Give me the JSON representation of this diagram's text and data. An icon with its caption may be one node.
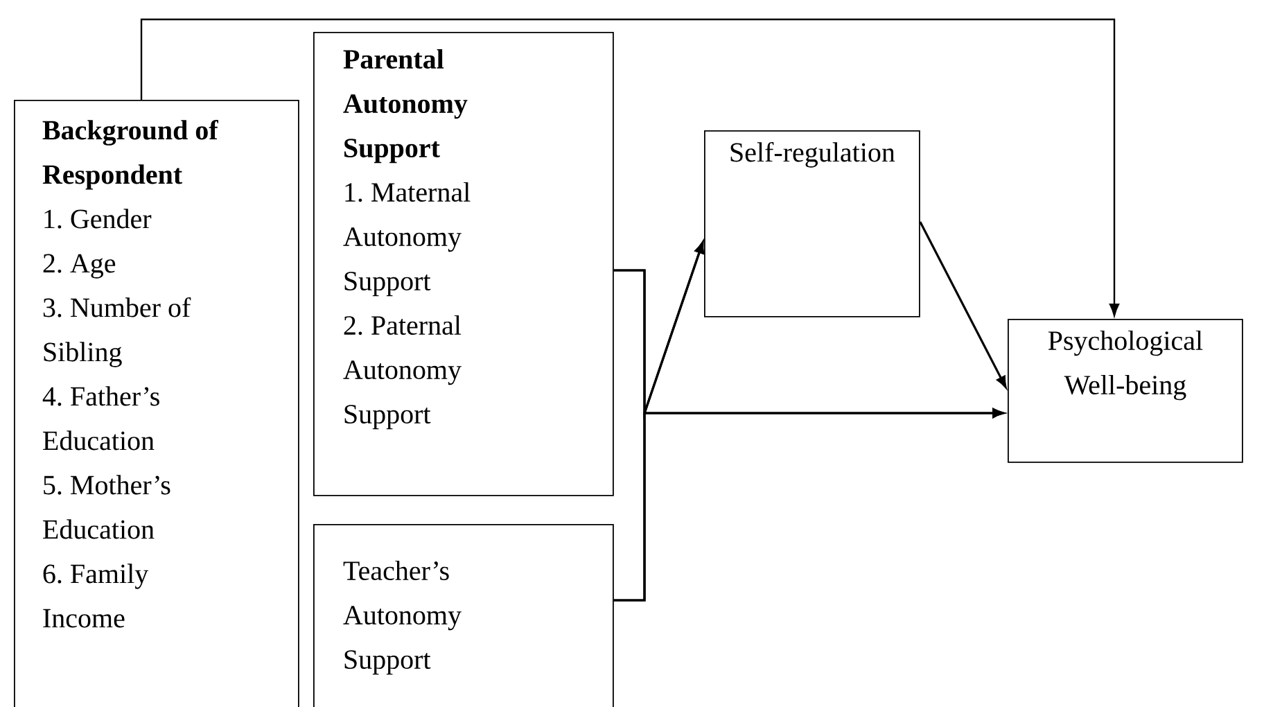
{
  "diagram": {
    "nodes": [
      {
        "text": [
          "Background of Respondent",
          "1. Gender",
          "2. Age",
          "3. Number of Sibling",
          "4. Father’s Education",
          "5. Mother’s Education",
          "6. Family Income"
        ]
      },
      {
        "text": [
          "Parental Autonomy Support",
          "1. Maternal Autonomy Support",
          "2. Paternal Autonomy Support"
        ]
      },
      {
        "text": [
          "Teacher’s Autonomy Support"
        ]
      },
      {
        "text": [
          "Self-regulation"
        ]
      },
      {
        "text": [
          "Psychological Well-being"
        ]
      }
    ],
    "edges": [
      {
        "from": 0,
        "to": 4,
        "arrow": "to"
      },
      {
        "from": 1,
        "to": 3,
        "arrow": "to"
      },
      {
        "from": 2,
        "to": 3,
        "arrow": "to"
      },
      {
        "from": 1,
        "to": 4,
        "arrow": "to"
      },
      {
        "from": 2,
        "to": 4,
        "arrow": "to"
      },
      {
        "from": 3,
        "to": 4,
        "arrow": "to"
      }
    ]
  }
}
